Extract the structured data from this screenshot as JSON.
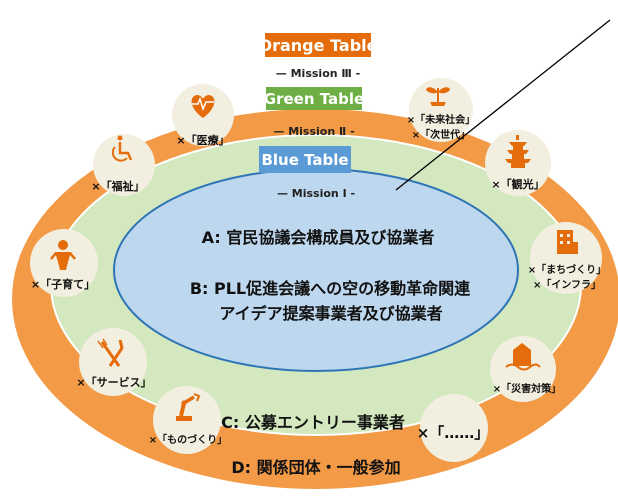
{
  "tables": {
    "orange": {
      "title": "Orange Table",
      "mission": "— Mission Ⅲ -",
      "color": "#E46C0A"
    },
    "green": {
      "title": "Green Table",
      "mission": "— Mission Ⅱ -",
      "color": "#6DAE45"
    },
    "blue": {
      "title": "Blue Table",
      "mission": "— Mission Ⅰ -",
      "color": "#5B9BD5"
    }
  },
  "groups": {
    "a": "A: 官民協議会構成員及び協業者",
    "b_line1": "B: PLL促進会議への空の移動革命関連",
    "b_line2": "アイデア提案事業者及び協業者",
    "c": "C: 公募エントリー事業者",
    "d": "D: 関係団体・一般参加"
  },
  "fields": [
    {
      "id": "medical",
      "icon": "heart-pulse-icon",
      "label": "×「医療」"
    },
    {
      "id": "welfare",
      "icon": "wheelchair-icon",
      "label": "×「福祉」"
    },
    {
      "id": "childcare",
      "icon": "child-icon",
      "label": "×「子育て」"
    },
    {
      "id": "service",
      "icon": "fork-knife-icon",
      "label": "×「サービス」"
    },
    {
      "id": "manufacturing",
      "icon": "robot-arm-icon",
      "label": "×「ものづくり」"
    },
    {
      "id": "other",
      "icon": "none",
      "label": "×「……」"
    },
    {
      "id": "disaster",
      "icon": "flood-house-icon",
      "label": "×「災害対策」"
    },
    {
      "id": "town",
      "icon": "building-icon",
      "label_line1": "×「まちづくり」",
      "label_line2": "×「インフラ」"
    },
    {
      "id": "tourism",
      "icon": "pagoda-icon",
      "label": "×「観光」"
    },
    {
      "id": "future",
      "icon": "sprout-icon",
      "label_line1": "×「未来社会」",
      "label_line2": "×「次世代」"
    }
  ],
  "colors": {
    "orange_ring": "#F39A46",
    "green_ring": "#D3E8BE",
    "blue_core": "#BDD7EE",
    "blue_stroke": "#2E75B6",
    "circle_fill": "#F3EFE0",
    "icon_orange": "#E46C0A"
  }
}
